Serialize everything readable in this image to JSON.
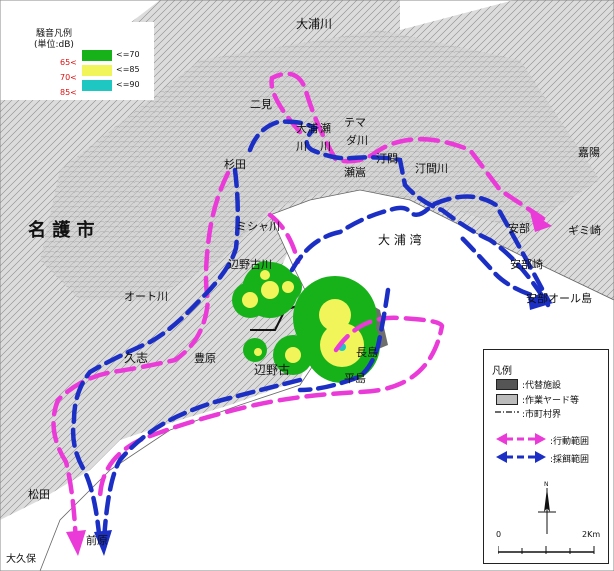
{
  "noise_legend": {
    "title": "騒音凡例",
    "unit": "(単位:dB)",
    "rows": [
      {
        "low": "65<",
        "high": "<=70",
        "color": "#17b21a"
      },
      {
        "low": "70<",
        "high": "<=85",
        "color": "#f2f55a"
      },
      {
        "low": "85<",
        "high": "<=90",
        "color": "#1fc7c2"
      }
    ]
  },
  "places": {
    "nago": "名 護 市",
    "oura_river": "大浦川",
    "nimi": "二見",
    "oura": "大浦",
    "sesen": "瀬",
    "tema": "テマ",
    "tema_river": "ダ川",
    "kawa": "川",
    "kawa2": "川",
    "kanma": "汀間",
    "kanma_river": "汀間川",
    "sesoku": "瀬嵩",
    "kayo": "嘉陽",
    "abu": "安部",
    "gimi": "ギミ崎",
    "abuzaki": "安部崎",
    "abu_island": "安部オール島",
    "sugita": "杉田",
    "misha": "ミシャ川",
    "henoko_river": "辺野古川",
    "oura_bay": "大 浦 湾",
    "oto": "オート川",
    "kushi": "久志",
    "toyohara": "豊原",
    "henoko": "辺野古",
    "nagashima": "長島",
    "hirashima": "平島",
    "matsuda": "松田",
    "maehara": "前原",
    "okubo": "大久保"
  },
  "legend": {
    "title": "凡例",
    "items": [
      {
        "label": ":代替施設",
        "swatch": "#555555"
      },
      {
        "label": ":作業ヤード等",
        "swatch": "#bbbbbb"
      },
      {
        "label": ":市町村界",
        "swatch": "line"
      },
      {
        "label": ":行動範囲",
        "color": "#ea3ad8"
      },
      {
        "label": ":採餌範囲",
        "color": "#1b2fc4"
      }
    ],
    "scale_start": "0",
    "scale_end": "2Km"
  },
  "colors": {
    "pink": "#ea3ad8",
    "blue": "#1b2fc4",
    "green": "#17b21a",
    "yellow": "#f2f55a",
    "teal": "#1fc7c2"
  }
}
